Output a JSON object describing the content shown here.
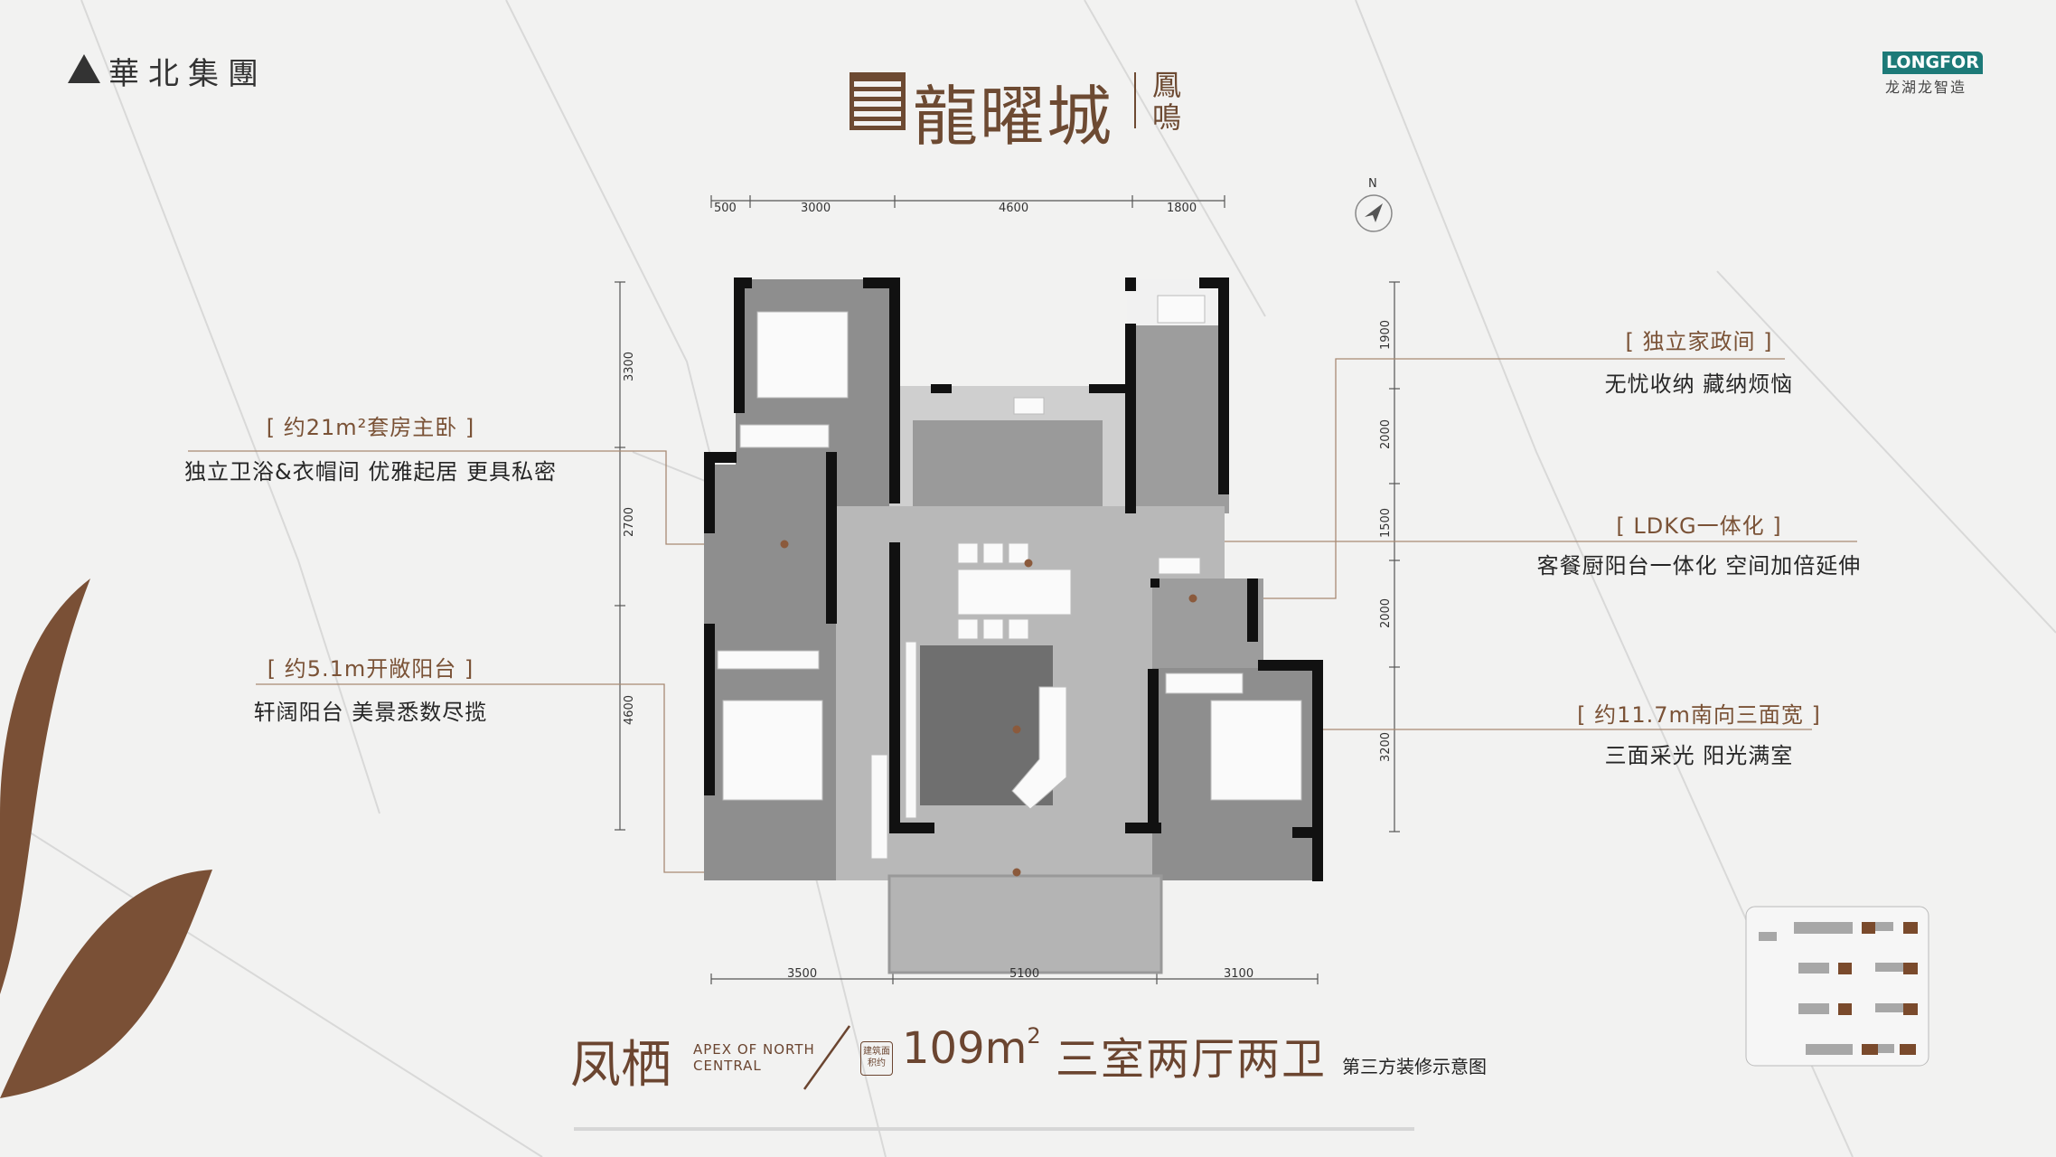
{
  "header": {
    "developer_logo": "華北集團",
    "project_logo": "龍曜城",
    "project_sub": "鳳鳴",
    "partner_logo": "LONGFOR",
    "partner_sub": "龙湖龙智造"
  },
  "compass": {
    "label": "N"
  },
  "dimensions": {
    "top": [
      "500",
      "3000",
      "4600",
      "1800"
    ],
    "bottom": [
      "3500",
      "5100",
      "3100"
    ],
    "left": [
      "3300",
      "2700",
      "4600"
    ],
    "right": [
      "1900",
      "2000",
      "1500",
      "2000",
      "3200"
    ]
  },
  "callouts": {
    "master": {
      "tag": "[ 约21m²套房主卧 ]",
      "desc": "独立卫浴&衣帽间 优雅起居 更具私密"
    },
    "balcony": {
      "tag": "[ 约5.1m开敞阳台 ]",
      "desc": "轩阔阳台 美景悉数尽揽"
    },
    "utility": {
      "tag": "[ 独立家政间 ]",
      "desc": "无忧收纳 藏纳烦恼"
    },
    "ldkg": {
      "tag": "[ LDKG一体化 ]",
      "desc": "客餐厨阳台一体化 空间加倍延伸"
    },
    "frontage": {
      "tag": "[ 约11.7m南向三面宽 ]",
      "desc": "三面采光 阳光满室"
    }
  },
  "footer": {
    "unit_name": "凤栖",
    "unit_en_1": "APEX OF NORTH",
    "unit_en_2": "CENTRAL",
    "area_badge": "建筑面积约",
    "area": "109m",
    "area_sup": "2",
    "layout": "三室两厅两卫",
    "note": "第三方装修示意图"
  },
  "colors": {
    "brown": "#7a5236",
    "wall": "#111111",
    "floor": "#b4b4b4",
    "accent_green": "#1d7a78"
  }
}
